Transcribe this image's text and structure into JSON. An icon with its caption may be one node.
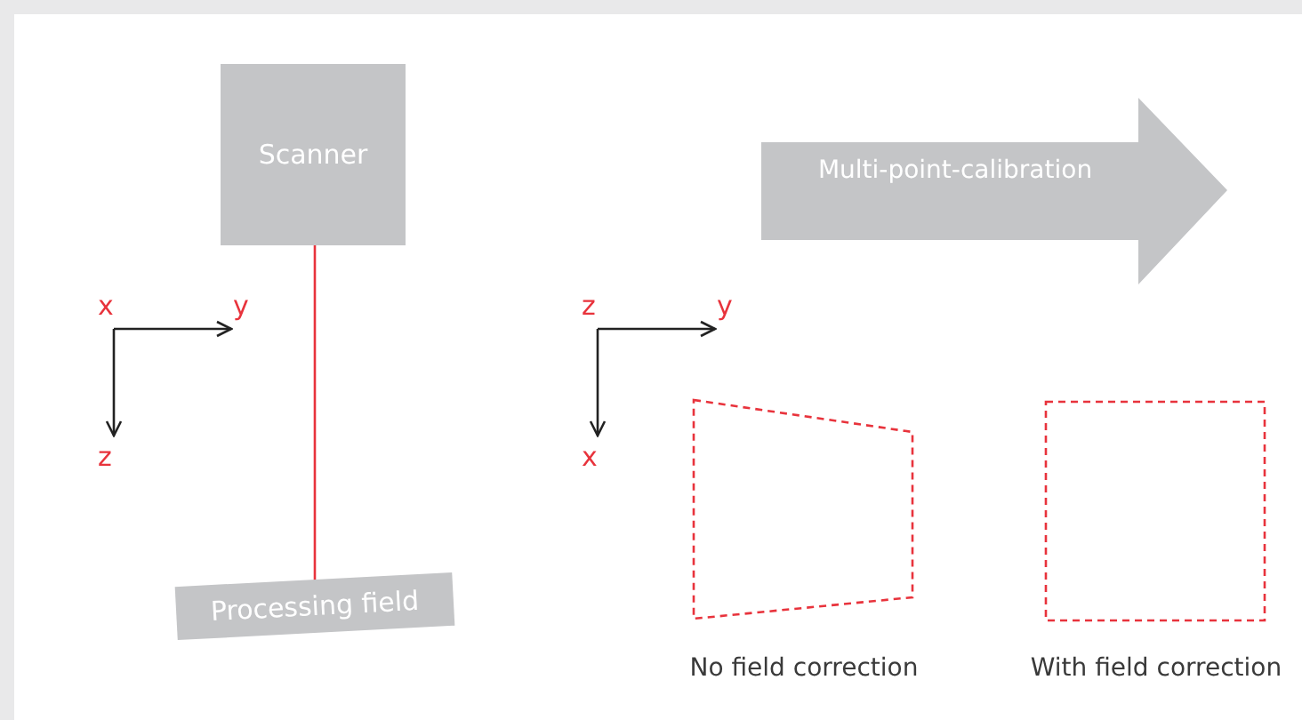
{
  "diagram": {
    "nodes": [
      {
        "text": [
          "Scanner"
        ]
      },
      {
        "text": [
          "Processing field"
        ]
      },
      {
        "text": [
          "Multi-point-calibration"
        ]
      },
      {
        "text": [],
        "shape": "box",
        "beside": [
          "No field correction"
        ]
      },
      {
        "text": [],
        "shape": "box",
        "beside": [
          "With field correction"
        ]
      }
    ],
    "edges": [
      {
        "from": 0,
        "to": 1,
        "arrow": "none",
        "color": "#e8333c"
      }
    ],
    "labels": [
      "x",
      "y",
      "z",
      "z",
      "y",
      "x"
    ]
  }
}
